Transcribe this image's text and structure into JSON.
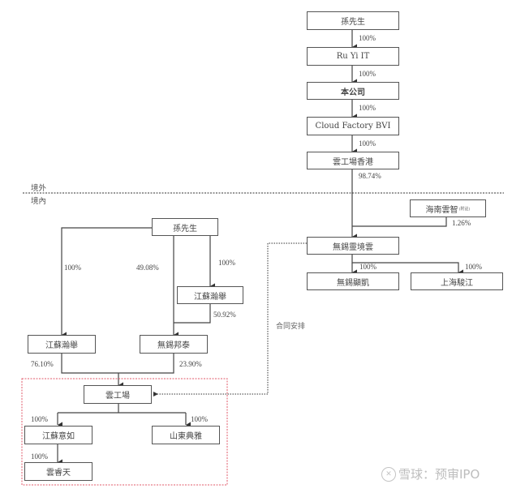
{
  "regions": {
    "offshore": "境外",
    "onshore": "境內"
  },
  "offshore_chain": {
    "mr_sun": "孫先生",
    "ru_yi_it": "Ru Yi IT",
    "company": "本公司",
    "cloud_factory_bvi": "Cloud Factory BVI",
    "yun_hk": "雲工場香港",
    "pct_sun_to_ruyi": "100%",
    "pct_ruyi_to_company": "100%",
    "pct_company_to_bvi": "100%",
    "pct_bvi_to_hk": "100%",
    "pct_hk_to_wuxi": "98.74%"
  },
  "hainan": {
    "name": "海南雲智",
    "note": "(附註)",
    "pct": "1.26%"
  },
  "wuxi_lingjing": {
    "name": "無錫靈境雲",
    "children": [
      {
        "name": "無錫顯凱",
        "pct": "100%"
      },
      {
        "name": "上海駿江",
        "pct": "100%"
      }
    ]
  },
  "onshore_chain": {
    "mr_sun": "孫先生",
    "pct_sun_to_jiangsu_left": "100%",
    "pct_sun_to_bangtai": "49.08%",
    "pct_sun_to_jiangsu_mid": "100%",
    "jiangsu_mid": "江蘇瀚舉",
    "pct_jiangsu_mid_to_bangtai": "50.92%",
    "jiangsu_left": "江蘇瀚舉",
    "bangtai": "無錫邦泰",
    "pct_jiangsu_to_yun": "76.10%",
    "pct_bangtai_to_yun": "23.90%",
    "contract_label": "合同安排"
  },
  "yun_group": {
    "yun": "雲工場",
    "jiangsu_yiru": "江蘇意如",
    "pct_yiru": "100%",
    "shandong": "山東典雅",
    "pct_shandong": "100%",
    "yunruitian": "雲睿天",
    "pct_yunruitian": "100%"
  },
  "watermark": {
    "icon": "xueqiu-logo-icon",
    "text": "雪球：预审IPO"
  },
  "colors": {
    "line": "#444444",
    "vie_border": "#e05a6a",
    "watermark": "#bdbdbd"
  }
}
